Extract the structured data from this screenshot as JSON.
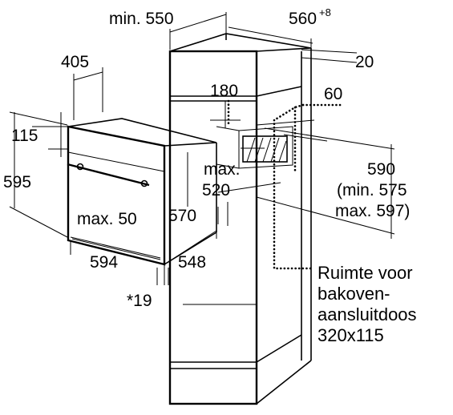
{
  "dimensions": {
    "cabinet_depth": "min. 550",
    "cabinet_width": "560",
    "cabinet_width_tolerance": "+8",
    "side_panel": "20",
    "oven_top_offset": "405",
    "upper_gap": "180",
    "rear_gap": "60",
    "oven_vertical_offset": "115",
    "oven_height": "595",
    "niche_height_line1": "590",
    "niche_height_line2": "(min. 575",
    "niche_height_line3": "max. 597)",
    "front_width": "594",
    "oven_depth": "548",
    "door_protrusion": "*19",
    "handle_offset": "max. 50",
    "niche_depth": "570",
    "shelf_depth_line1": "max.",
    "shelf_depth_line2": "520"
  },
  "note": {
    "line1": "Ruimte voor",
    "line2": "bakoven-",
    "line3": "aansluitdoos",
    "line4": "320x115"
  }
}
